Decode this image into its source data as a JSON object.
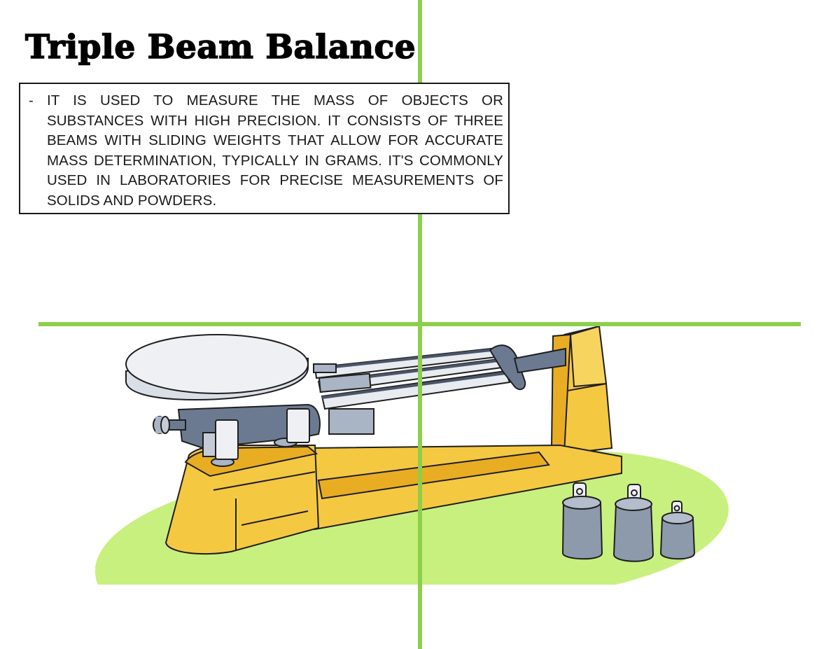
{
  "page": {
    "title": "Triple Beam Balance",
    "description": {
      "bullet": "-",
      "text": "IT IS USED TO MEASURE THE MASS OF OBJECTS OR SUBSTANCES WITH HIGH PRECISION. IT CONSISTS OF THREE BEAMS WITH SLIDING WEIGHTS THAT ALLOW FOR ACCURATE MASS DETERMINATION, TYPICALLY IN GRAMS. IT'S COMMONLY USED IN LABORATORIES FOR PRECISE MEASUREMENTS OF SOLIDS AND POWDERS."
    }
  },
  "illustration": {
    "subject": "triple-beam-balance",
    "parts": [
      "weighing-pan",
      "three-beams",
      "sliding-riders",
      "zero-adjust-knob",
      "yellow-base",
      "pointer-tower",
      "calibration-weights"
    ],
    "weights_count": 3
  },
  "colors": {
    "guide_green": "#8bcf4b",
    "ground_green": "#c8f07e",
    "base_yellow": "#f5c842",
    "base_yellow_dark": "#e8ad22",
    "metal_gray": "#6c7a91",
    "metal_light": "#a9b4c4",
    "pan_white": "#eef0f4",
    "weight_gray": "#8d9aab",
    "outline": "#1f1f1f"
  }
}
